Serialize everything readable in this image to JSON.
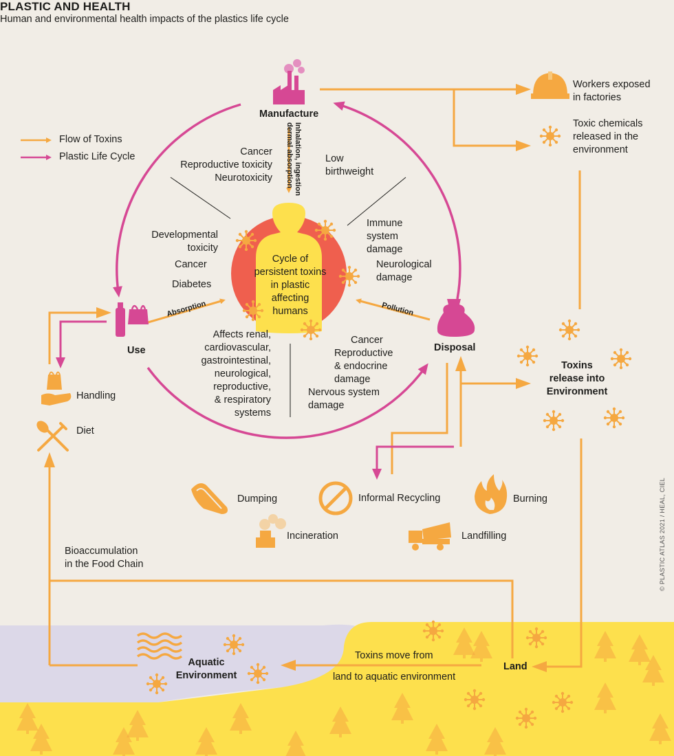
{
  "header": {
    "title": "PLASTIC AND HEALTH",
    "subtitle": "Human and environmental health impacts of the plastics life cycle"
  },
  "legend": {
    "toxins": "Flow of Toxins",
    "lifecycle": "Plastic Life Cycle"
  },
  "stages": {
    "manufacture": "Manufacture",
    "use": "Use",
    "disposal": "Disposal"
  },
  "center": {
    "line1": "Cycle of",
    "line2": "persistent toxins",
    "line3": "in plastic",
    "line4": "affecting",
    "line5": "humans"
  },
  "flows": {
    "inhalation1": "Inhalation, ingestion",
    "inhalation2": "dermal absorption",
    "absorption": "Absorption",
    "pollution": "Pollution"
  },
  "effects": {
    "manufacture_left": [
      "Cancer",
      "Reproductive toxicity",
      "Neurotoxicity"
    ],
    "manufacture_right": [
      "Low",
      "birthweight"
    ],
    "use_top": [
      "Developmental",
      "toxicity"
    ],
    "use_cancer": "Cancer",
    "use_diabetes": "Diabetes",
    "use_bottom": [
      "Affects renal,",
      "cardiovascular,",
      "gastrointestinal,",
      "neurological,",
      "reproductive,",
      "& respiratory",
      "systems"
    ],
    "disposal_top": [
      "Immune",
      "system",
      "damage"
    ],
    "disposal_neuro": [
      "Neurological",
      "damage"
    ],
    "disposal_bottom": [
      "Cancer",
      "Reproductive",
      "& endocrine",
      "damage"
    ],
    "disposal_nervous": [
      "Nervous system",
      "damage"
    ]
  },
  "right_side": {
    "workers": [
      "Workers exposed",
      "in factories"
    ],
    "toxic_chemicals": [
      "Toxic chemicals",
      "released in the",
      "environment"
    ],
    "toxins_release": [
      "Toxins",
      "release into",
      "Environment"
    ]
  },
  "left_side": {
    "handling": "Handling",
    "diet": "Diet",
    "bioaccumulation": [
      "Bioaccumulation",
      "in the Food Chain"
    ]
  },
  "disposal_methods": {
    "dumping": "Dumping",
    "informal": "Informal Recycling",
    "burning": "Burning",
    "incineration": "Incineration",
    "landfilling": "Landfilling"
  },
  "bottom": {
    "aquatic": [
      "Aquatic",
      "Environment"
    ],
    "land": "Land",
    "move": [
      "Toxins move from",
      "land to aquatic environment"
    ]
  },
  "credit": "© PLASTIC ATLAS 2021 / HEAL, CIEL",
  "colors": {
    "orange": "#f5a841",
    "magenta": "#d64894",
    "red": "#ef5f4e",
    "yellow": "#fde04d",
    "lavender": "#dcd8e8",
    "background": "#f1ede6"
  }
}
